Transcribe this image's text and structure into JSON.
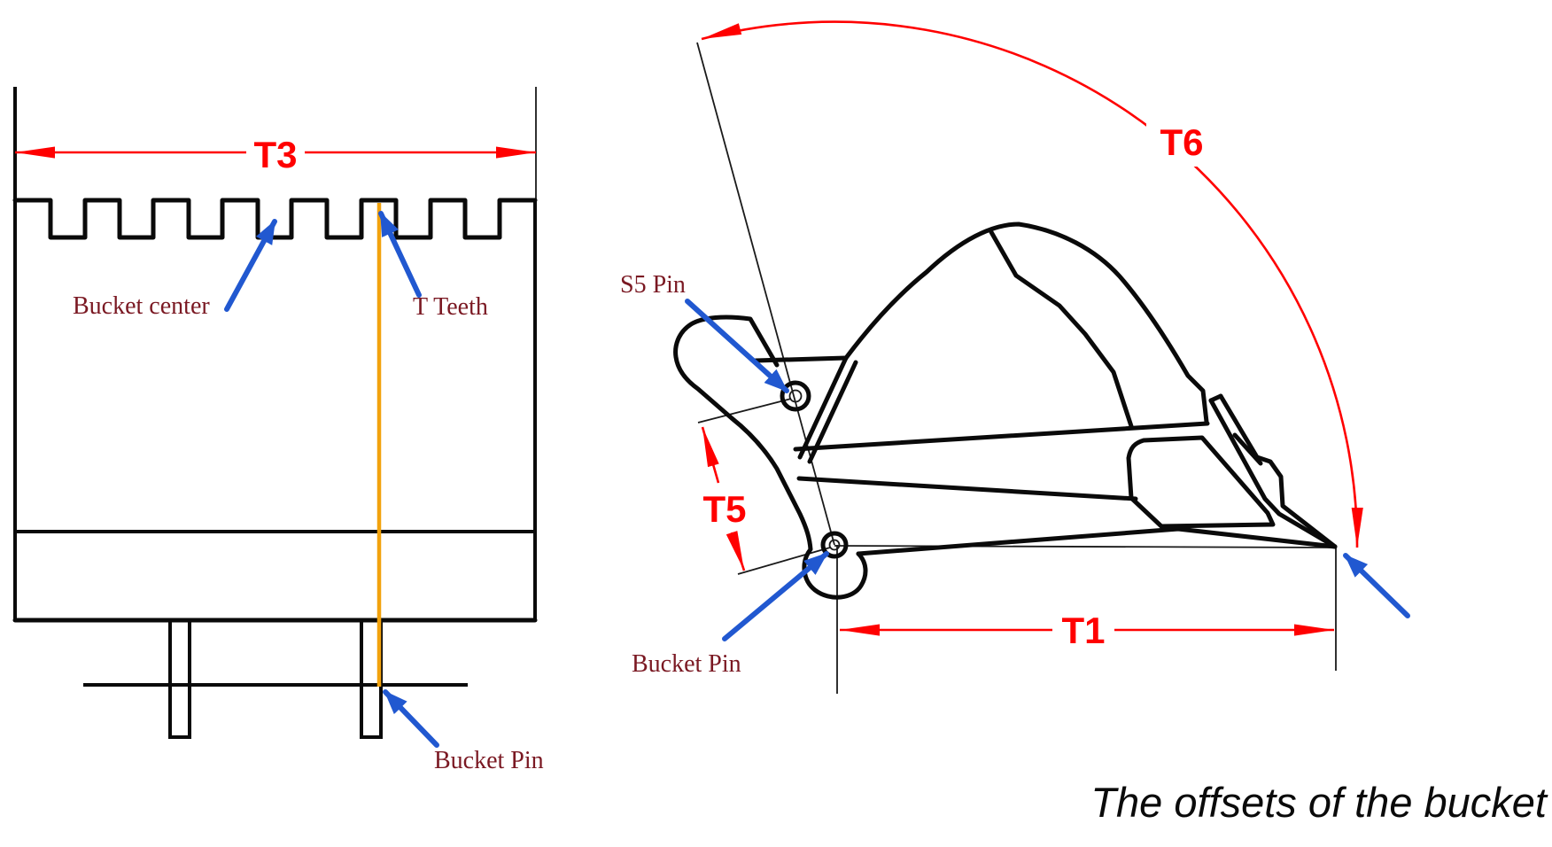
{
  "diagram": {
    "caption": "The offsets of the bucket",
    "front_view": {
      "t3_label": "T3",
      "bucket_center_label": "Bucket center",
      "t_teeth_label": "T Teeth",
      "bucket_pin_label": "Bucket Pin"
    },
    "side_view": {
      "t6_label": "T6",
      "t5_label": "T5",
      "t1_label": "T1",
      "s5_pin_label": "S5 Pin",
      "bucket_pin_label": "Bucket Pin"
    },
    "colors": {
      "dimension_red": "#ff0000",
      "arrow_blue": "#2158d0",
      "callout_maroon": "#7a1822",
      "centerline_orange": "#f2a20d",
      "drawing_black": "#0a0a0a",
      "background": "#ffffff"
    }
  }
}
